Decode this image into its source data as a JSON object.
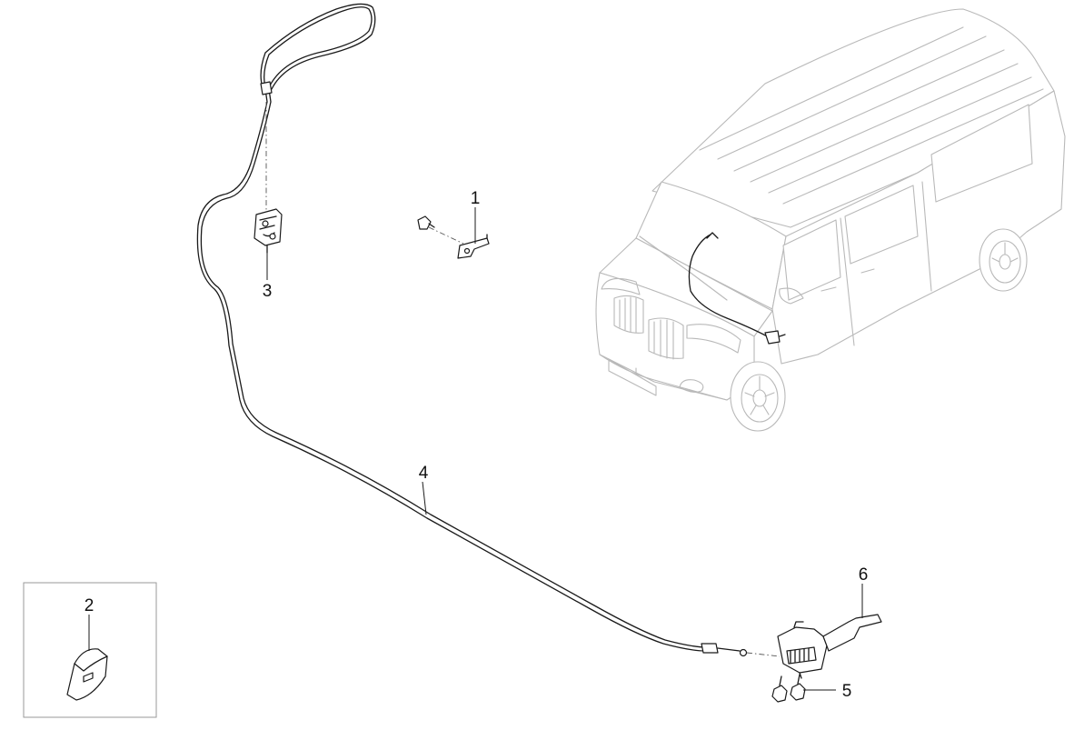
{
  "callouts": {
    "c1": "1",
    "c2": "2",
    "c3": "3",
    "c4": "4",
    "c5": "5",
    "c6": "6"
  },
  "colors": {
    "line": "#1a1a1a",
    "ghost_vehicle": "#b9b9b9",
    "background": "#ffffff",
    "inset_border": "#9a9a9a"
  }
}
